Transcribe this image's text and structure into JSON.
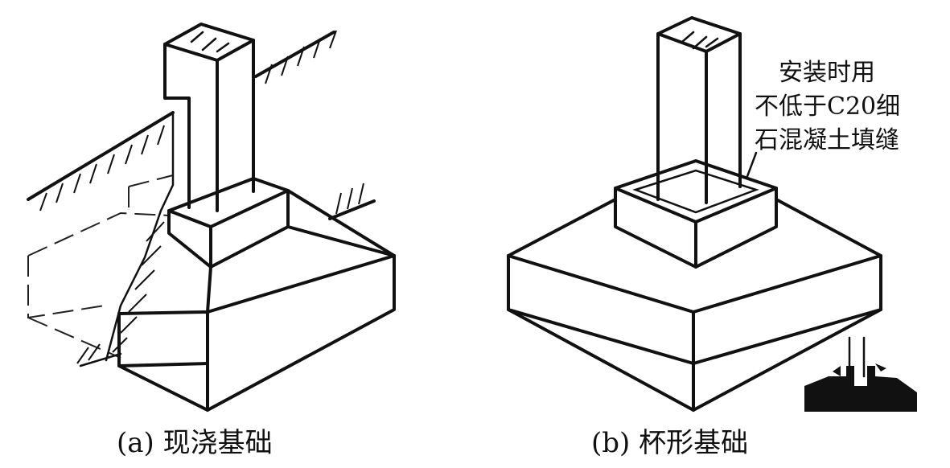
{
  "figure_a": {
    "caption": "(a) 现浇基础"
  },
  "figure_b": {
    "caption": "(b) 杯形基础",
    "annotation_lines": [
      "安装时用",
      "不低于C20细",
      "石混凝土填缝"
    ]
  },
  "colors": {
    "line": "#111111",
    "background": "#ffffff"
  }
}
